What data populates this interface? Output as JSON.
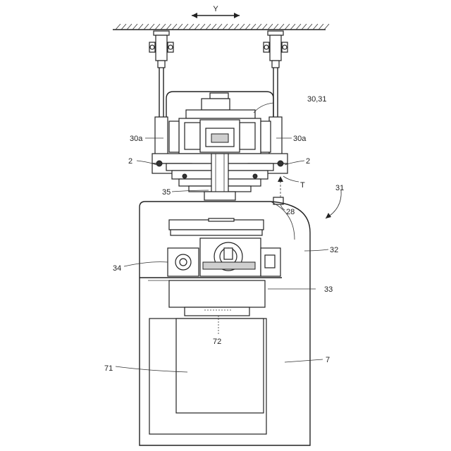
{
  "direction_label": "Y",
  "labels": {
    "l_30_31": "30,31",
    "l_30a_left": "30a",
    "l_30a_right": "30a",
    "l_2_left": "2",
    "l_2_right": "2",
    "l_T": "T",
    "l_35": "35",
    "l_31": "31",
    "l_28": "28",
    "l_34": "34",
    "l_32": "32",
    "l_33": "33",
    "l_72": "72",
    "l_71": "71",
    "l_7": "7"
  }
}
